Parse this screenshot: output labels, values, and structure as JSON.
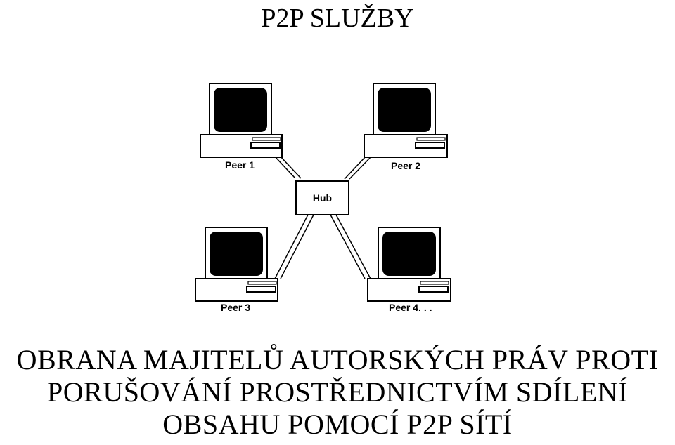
{
  "header": {
    "title": "P2P SLUŽBY"
  },
  "diagram": {
    "hub_label": "Hub",
    "peers": [
      {
        "label": "Peer 1"
      },
      {
        "label": "Peer 2"
      },
      {
        "label": "Peer 3"
      },
      {
        "label": "Peer 4. . ."
      }
    ],
    "icons": {
      "peer": "desktop-computer-icon",
      "hub": "network-hub-icon"
    }
  },
  "main_title": {
    "line1": "OBRANA MAJITELŮ AUTORSKÝCH PRÁV PROTI",
    "line2": "PORUŠOVÁNÍ PROSTŘEDNICTVÍM SDÍLENÍ",
    "line3": "OBSAHU POMOCÍ P2P SÍTÍ"
  },
  "colors": {
    "ink": "#000000",
    "background": "#ffffff"
  }
}
